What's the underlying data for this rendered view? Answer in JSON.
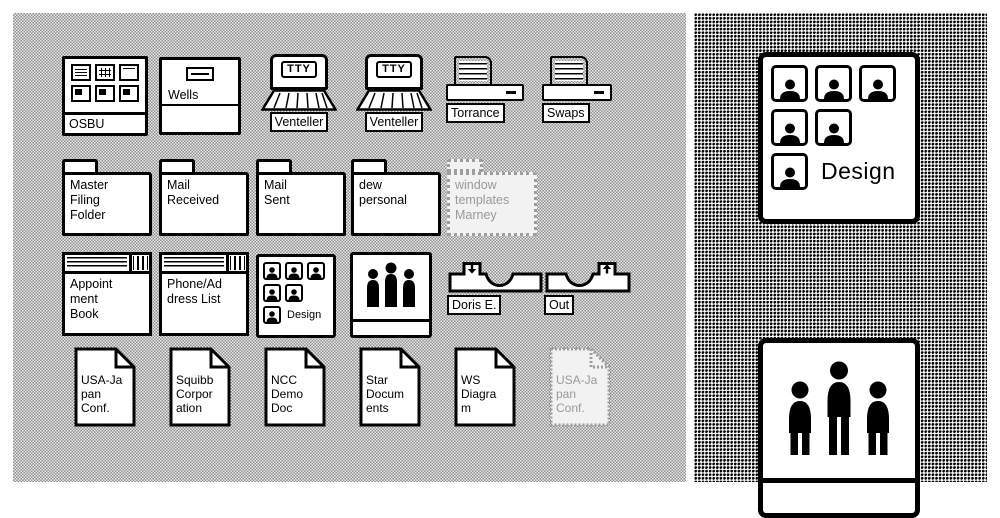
{
  "colors": {
    "ink": "#000000",
    "paper": "#ffffff",
    "ghost": "#9d9d9d",
    "desk_left": "#cfcfcf",
    "desk_right": "#5a5a5a"
  },
  "row1": [
    {
      "label": "OSBU"
    },
    {
      "label": "Wells"
    },
    {
      "label": "Venteller",
      "screen": "TTY"
    },
    {
      "label": "Venteller",
      "screen": "TTY"
    },
    {
      "label": "Torrance"
    },
    {
      "label": "Swaps"
    }
  ],
  "row2": [
    {
      "lines": [
        "Master",
        "Filing",
        "Folder"
      ]
    },
    {
      "lines": [
        "Mail",
        "Received"
      ]
    },
    {
      "lines": [
        "Mail",
        "Sent"
      ]
    },
    {
      "lines": [
        "dew",
        "personal"
      ]
    },
    {
      "lines": [
        "window",
        "templates",
        "Marney"
      ],
      "ghost": true
    }
  ],
  "row3": {
    "appointment": {
      "lines": [
        "Appoint",
        "ment",
        "Book"
      ]
    },
    "phone": {
      "lines": [
        "Phone/Ad",
        "dress List"
      ]
    },
    "design": {
      "label": "Design"
    },
    "doris": {
      "label": "Doris E."
    },
    "out": {
      "label": "Out"
    }
  },
  "row4": [
    {
      "lines": [
        "USA-Ja",
        "pan",
        "Conf."
      ]
    },
    {
      "lines": [
        "Squibb",
        "Corpor",
        "ation"
      ]
    },
    {
      "lines": [
        "NCC",
        "Demo",
        "Doc"
      ]
    },
    {
      "lines": [
        "Star",
        "Docum",
        "ents"
      ]
    },
    {
      "lines": [
        "WS",
        "Diagra",
        "m"
      ]
    },
    {
      "lines": [
        "USA-Ja",
        "pan",
        "Conf."
      ],
      "ghost": true
    }
  ],
  "panel": {
    "design_label": "Design"
  }
}
